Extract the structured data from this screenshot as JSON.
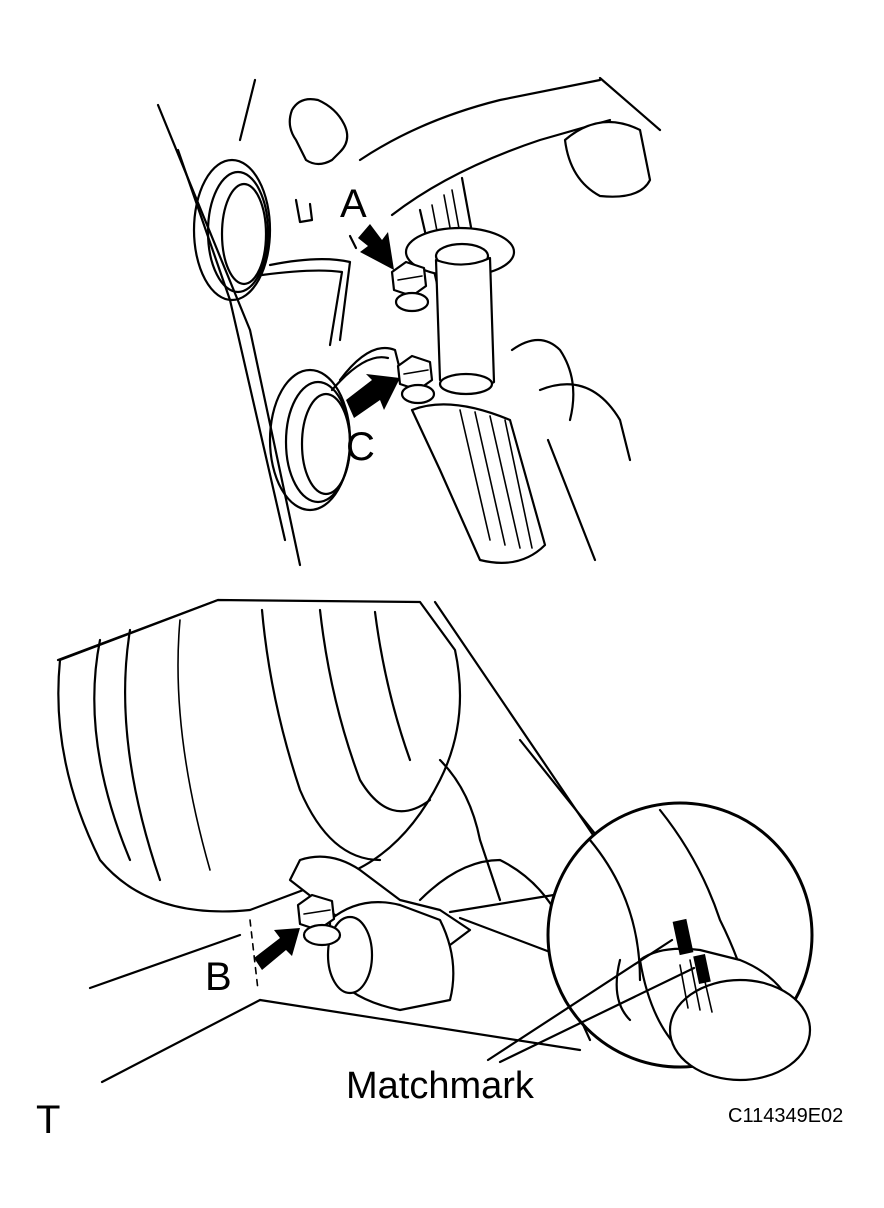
{
  "labels": {
    "a": "A",
    "b": "B",
    "c": "C",
    "matchmark": "Matchmark",
    "corner_mark": "T",
    "figure_code": "C114349E02"
  }
}
